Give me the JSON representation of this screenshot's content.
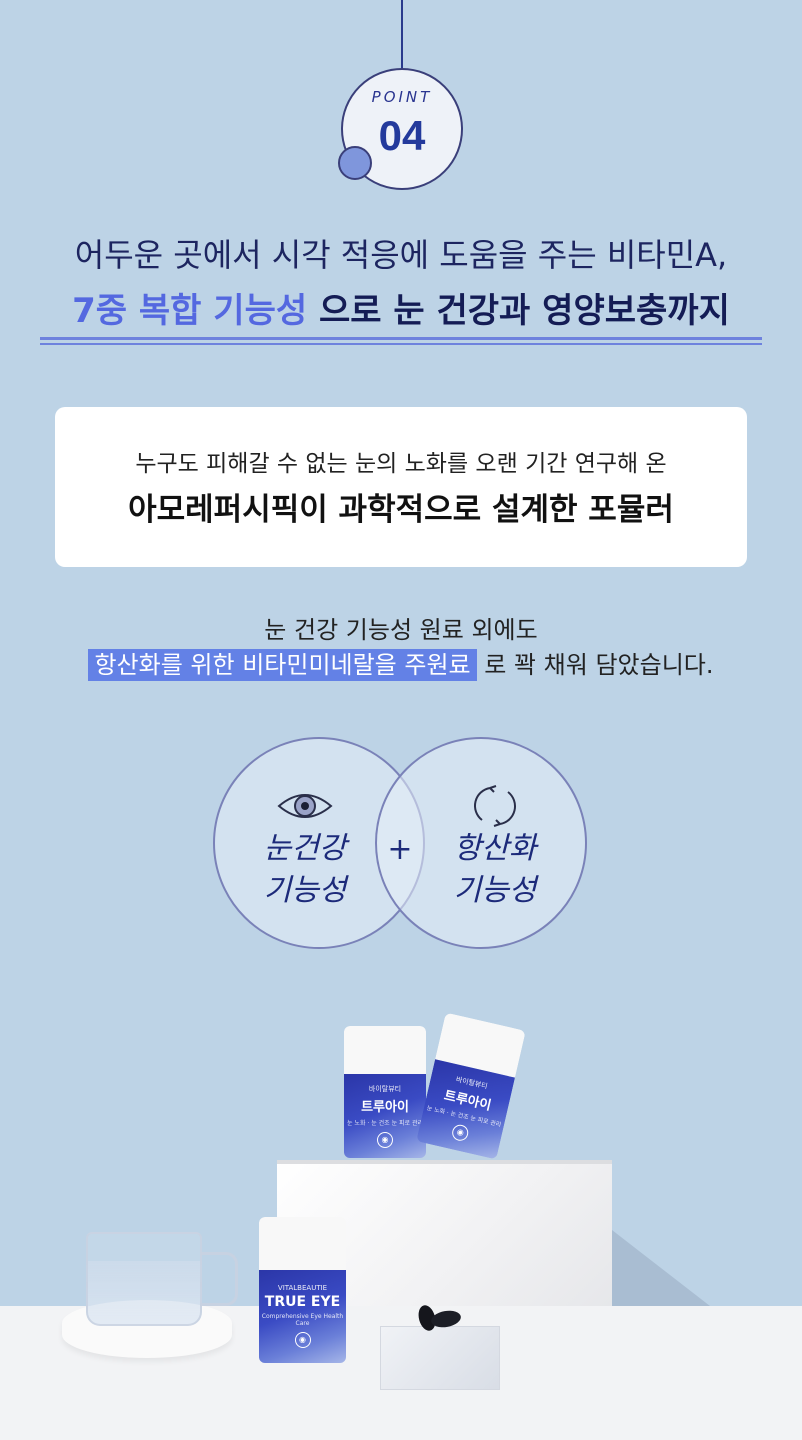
{
  "badge": {
    "label": "POINT",
    "number": "04"
  },
  "headline": {
    "line1": "어두운 곳에서 시각 적응에 도움을 주는 비타민A,",
    "line2_accent": "7중 복합 기능성",
    "line2_rest": " 으로 눈 건강과 영양보충까지"
  },
  "card": {
    "line1": "누구도 피해갈 수 없는 눈의 노화를 오랜 기간 연구해 온",
    "line2": "아모레퍼시픽이 과학적으로 설계한 포뮬러"
  },
  "body": {
    "line1": "눈 건강 기능성 원료 외에도",
    "line2_highlight": "항산화를 위한 비타민미네랄을 주원료",
    "line2_rest": " 로 꽉 채워 담았습니다."
  },
  "venn": {
    "left": {
      "icon": "eye-icon",
      "line1": "눈건강",
      "line2": "기능성"
    },
    "plus": "+",
    "right": {
      "icon": "cycle-icon",
      "line1": "항산화",
      "line2": "기능성"
    }
  },
  "products": {
    "bottle_kr": {
      "brand": "바이탈뷰티",
      "name": "트루아이",
      "sub": "눈 노화 · 눈 건조\n눈 피로 관리"
    },
    "bottle_en": {
      "brand": "VITALBEAUTIE",
      "name": "TRUE EYE",
      "sub": "Comprehensive\nEye Health Care"
    }
  },
  "colors": {
    "background": "#bdd3e6",
    "accent": "#5468e0",
    "highlight": "#6381e6",
    "navy": "#141c55"
  }
}
